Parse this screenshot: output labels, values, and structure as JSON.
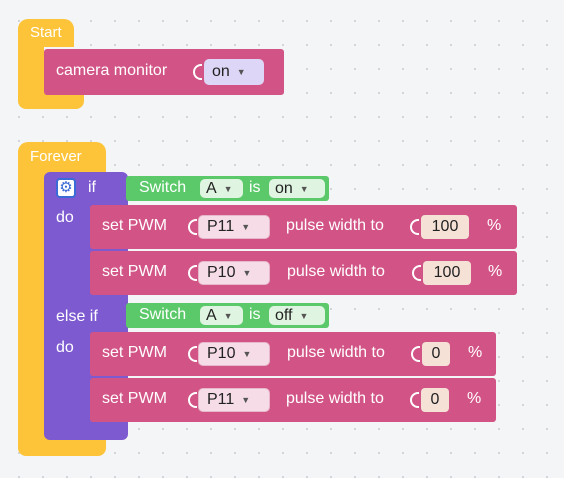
{
  "start_block": {
    "label": "Start",
    "camera_monitor": {
      "label": "camera monitor",
      "value": "on"
    }
  },
  "forever_block": {
    "label": "Forever",
    "if_block": {
      "if_label": "if",
      "do_label": "do",
      "else_if_label": "else if",
      "condition1": {
        "text": "Switch",
        "switch": "A",
        "is": "is",
        "state": "on"
      },
      "condition2": {
        "text": "Switch",
        "switch": "A",
        "is": "is",
        "state": "off"
      },
      "do_statements": [
        {
          "set": "set PWM",
          "pin": "P11",
          "pulse": "pulse width to",
          "value": "100",
          "unit": "%"
        },
        {
          "set": "set PWM",
          "pin": "P10",
          "pulse": "pulse width to",
          "value": "100",
          "unit": "%"
        }
      ],
      "else_statements": [
        {
          "set": "set PWM",
          "pin": "P10",
          "pulse": "pulse width to",
          "value": "0",
          "unit": "%"
        },
        {
          "set": "set PWM",
          "pin": "P11",
          "pulse": "pulse width to",
          "value": "0",
          "unit": "%"
        }
      ]
    }
  },
  "colors": {
    "event": "#fdc43a",
    "control": "#7e5ad1",
    "pwm": "#d25486",
    "sensor": "#5bc96a"
  },
  "icons": {
    "gear": "gear-icon"
  }
}
